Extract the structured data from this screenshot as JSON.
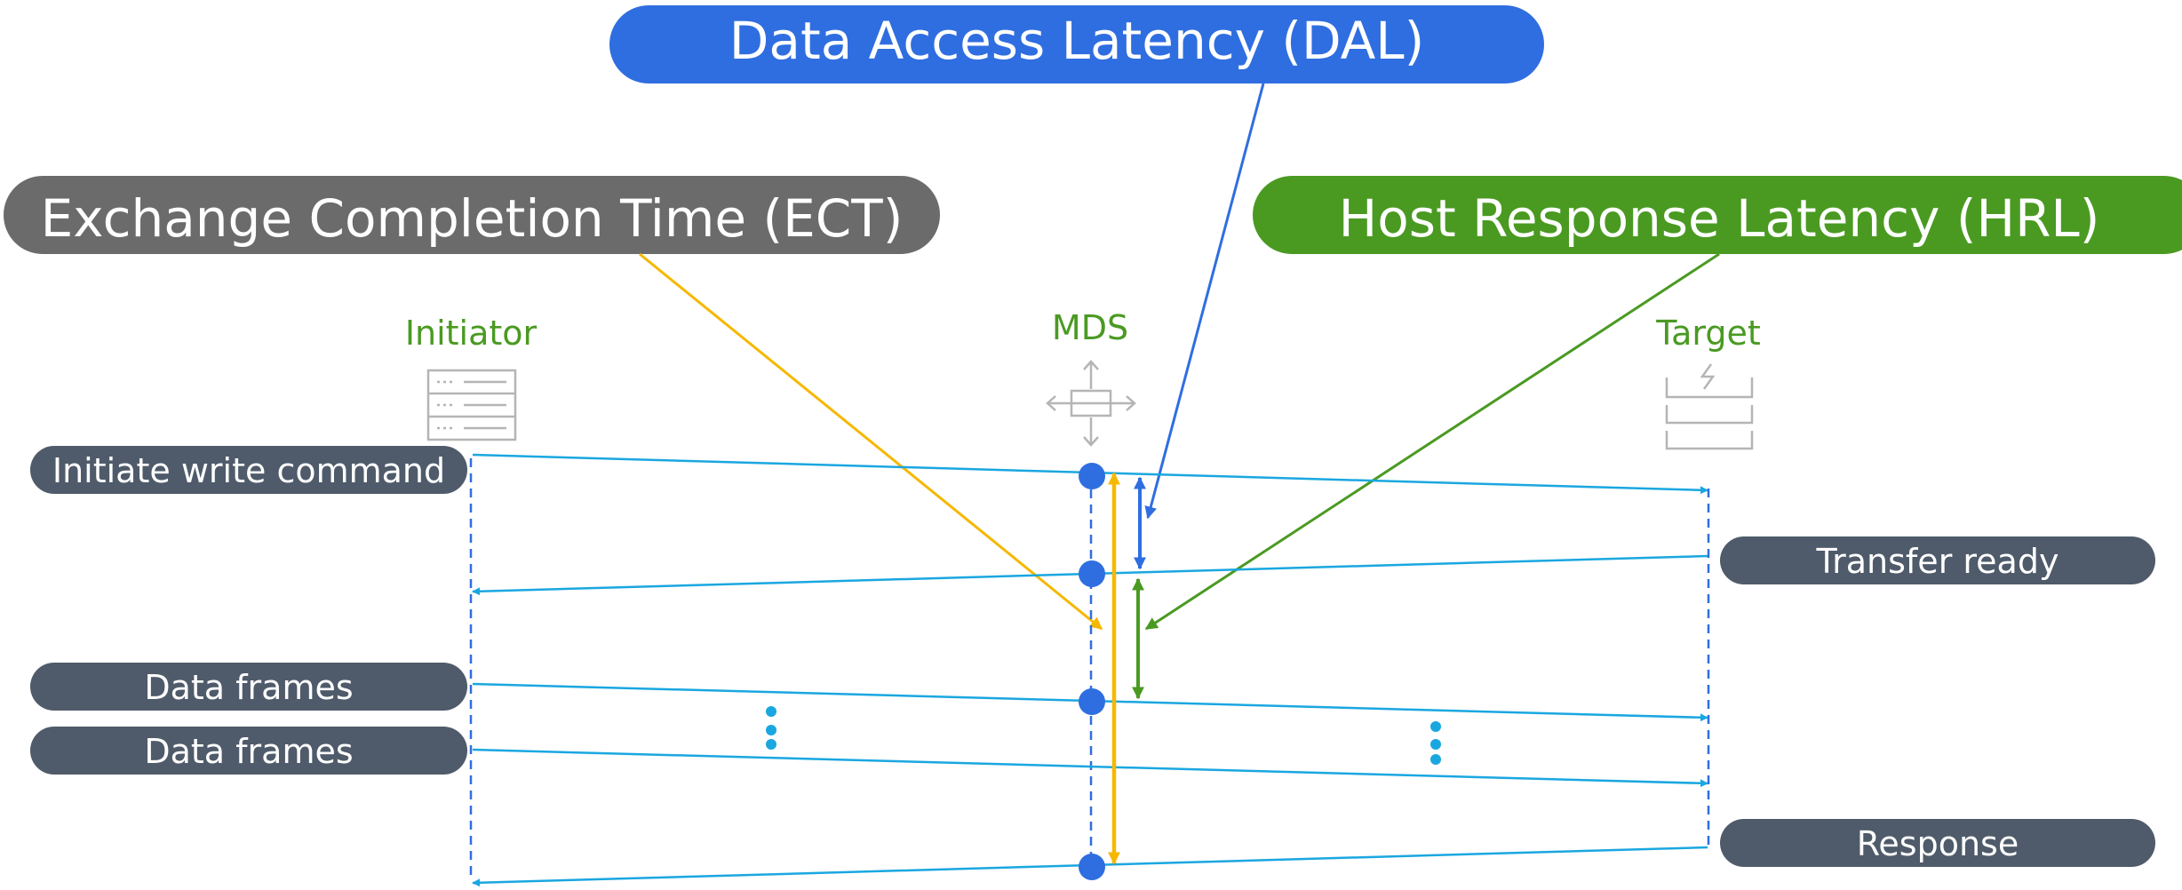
{
  "metrics": {
    "dal": {
      "label": "Data Access Latency (DAL)",
      "color": "#2f6ee0"
    },
    "ect": {
      "label": "Exchange Completion Time (ECT)",
      "color": "#6b6b6b"
    },
    "hrl": {
      "label": "Host Response Latency (HRL)",
      "color": "#4a9a22"
    }
  },
  "nodes": {
    "initiator": "Initiator",
    "mds": "MDS",
    "target": "Target"
  },
  "messages": {
    "initiate_write": "Initiate write command",
    "transfer_ready": "Transfer ready",
    "data_frames_1": "Data frames",
    "data_frames_2": "Data frames",
    "response": "Response"
  },
  "colors": {
    "flow_line": "#1aa7e0",
    "message_pill": "#4f5b6a",
    "dal_arrow": "#2f6ee0",
    "hrl_arrow": "#4a9a22",
    "ect_arrow": "#f5b800",
    "node_label": "#4a9a22",
    "mds_dot": "#2f6ee0"
  },
  "icons": {
    "initiator": "server-icon",
    "mds": "switch-icon",
    "target": "storage-icon"
  }
}
